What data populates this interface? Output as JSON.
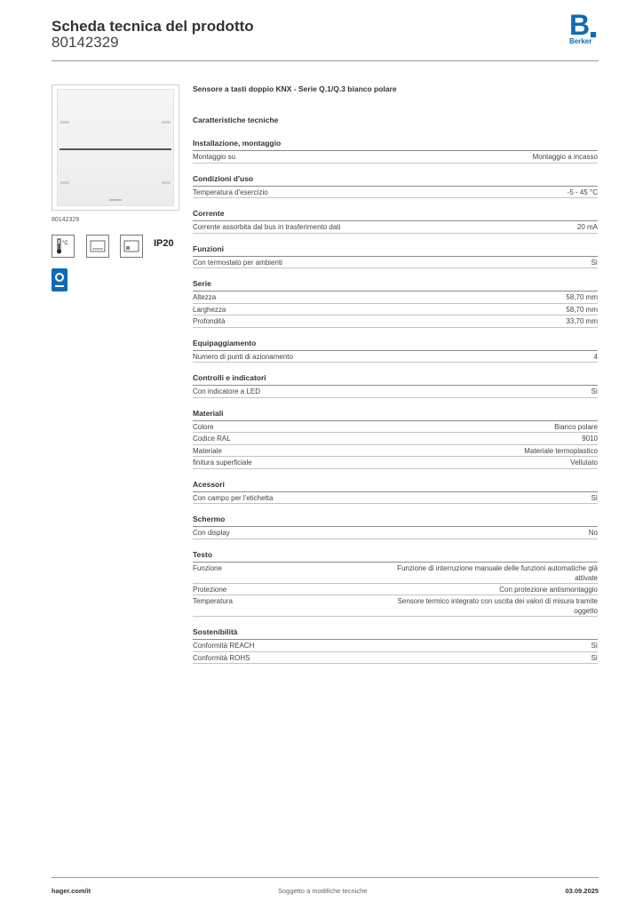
{
  "header": {
    "title": "Scheda tecnica del prodotto",
    "code": "80142329",
    "logo_text": "Berker",
    "logo_letter": "B",
    "brand_color": "#0e6bb5"
  },
  "left": {
    "product_code": "80142329",
    "icons": [
      "temperature-icon",
      "display-icon",
      "sensor-icon"
    ],
    "ip_rating": "IP20",
    "eco_icon": "environment-icon"
  },
  "product_name": "Sensore a tasti doppio KNX - Serie Q.1/Q.3 bianco polare",
  "characteristics_title": "Caratteristiche tecniche",
  "sections": [
    {
      "title": "Installazione, montaggio",
      "rows": [
        {
          "label": "Montaggio su",
          "value": "Montaggio a incasso"
        }
      ]
    },
    {
      "title": "Condizioni d'uso",
      "rows": [
        {
          "label": "Temperatura d'esercizio",
          "value": "-5 - 45 °C"
        }
      ]
    },
    {
      "title": "Corrente",
      "rows": [
        {
          "label": "Corrente assorbita dal bus in trasferimento dati",
          "value": "20 mA"
        }
      ]
    },
    {
      "title": "Funzioni",
      "rows": [
        {
          "label": "Con termostato per ambienti",
          "value": "Sì"
        }
      ]
    },
    {
      "title": "Serie",
      "rows": [
        {
          "label": "Altezza",
          "value": "58,70 mm"
        },
        {
          "label": "Larghezza",
          "value": "58,70 mm"
        },
        {
          "label": "Profondità",
          "value": "33,70 mm"
        }
      ]
    },
    {
      "title": "Equipaggiamento",
      "rows": [
        {
          "label": "Numero di punti di azionamento",
          "value": "4"
        }
      ]
    },
    {
      "title": "Controlli e indicatori",
      "rows": [
        {
          "label": "Con indicatore a LED",
          "value": "Sì"
        }
      ]
    },
    {
      "title": "Materiali",
      "rows": [
        {
          "label": "Colore",
          "value": "Bianco polare"
        },
        {
          "label": "Codice RAL",
          "value": "9010"
        },
        {
          "label": "Materiale",
          "value": "Materiale termoplastico"
        },
        {
          "label": "finitura superficiale",
          "value": "Vellutato"
        }
      ]
    },
    {
      "title": "Acessori",
      "rows": [
        {
          "label": "Con campo per l'etichetta",
          "value": "Sì"
        }
      ]
    },
    {
      "title": "Schermo",
      "rows": [
        {
          "label": "Con display",
          "value": "No"
        }
      ]
    },
    {
      "title": "Testo",
      "rows": [
        {
          "label": "Funzione",
          "value": "Funzione di interruzione manuale delle funzioni automatiche già attivate"
        },
        {
          "label": "Protezione",
          "value": "Con protezione antismontaggio"
        },
        {
          "label": "Temperatura",
          "value": "Sensore termico integrato con uscita dei valori di misura tramite oggetto"
        }
      ]
    },
    {
      "title": "Sostenibilità",
      "rows": [
        {
          "label": "Conformità REACH",
          "value": "Sì"
        },
        {
          "label": "Conformità ROHS",
          "value": "Sì"
        }
      ]
    }
  ],
  "footer": {
    "website": "hager.com/it",
    "note": "Soggetto a modifiche tecniche",
    "date": "03.09.2025"
  }
}
